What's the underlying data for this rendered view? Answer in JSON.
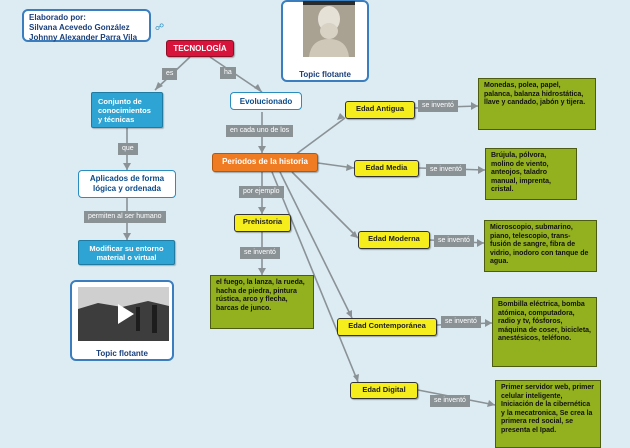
{
  "authors": {
    "line1": "Elaborado por:",
    "line2": "Silvana Acevedo González",
    "line3": "Johnny Alexander Parra Vila"
  },
  "nodes": {
    "technology": "TECNOLOGÍA",
    "set": "Conjunto de conocimientos y técnicas",
    "evolved": "Evolucionado",
    "applied": "Aplicados de forma lógica y ordenada",
    "modify": "Modificar su entorno material o virtual",
    "periods": "Periodos de la historia",
    "prehistory": "Prehistoria",
    "ancient": "Edad Antigua",
    "middle": "Edad Media",
    "modern": "Edad Moderna",
    "contemporary": "Edad Contemporánea",
    "digital": "Edad Digital"
  },
  "inventions": {
    "prehistory": "el fuego, la lanza, la rueda, hacha de piedra, pintura rústica, arco y flecha, barcas de junco.",
    "ancient": "Monedas, polea, papel, palanca, balanza hidrostática, llave y candado, jabón y tijera.",
    "middle": "Brújula, pólvora, molino de viento, anteojos, taladro manual, imprenta, cristal.",
    "modern": "Microscopio, submarino, piano, telescopio, trans-fusión de sangre, fibra de vidrio, inodoro con tanque de agua.",
    "contemporary": "Bombilla eléctrica, bomba atómica, computadora, radio y tv, fósforos, máquina de coser, bicicleta, anestésicos, teléfono.",
    "digital": "Primer servidor web, primer celular inteligente, Iniciación de la cibernética y la mecatronica, Se crea la primera red social, se presenta el Ipad."
  },
  "labels": {
    "es": "es",
    "ha": "ha",
    "que": "que",
    "permiten": "permiten al ser humano",
    "en_cada": "en cada uno de los",
    "por_ejemplo": "por ejemplo",
    "se_invento": "se inventó"
  },
  "topics": {
    "top": "Topic flotante",
    "bottom": "Topic flotante"
  },
  "colors": {
    "background": "#dcecf2",
    "technology": "#d8143c",
    "blue_node": "#2da4d3",
    "periods": "#ef7b22",
    "era": "#f5ee1c",
    "invention": "#93b11e",
    "label": "#8a9296"
  },
  "icons": {
    "link": "link-icon",
    "play": "play-icon"
  }
}
